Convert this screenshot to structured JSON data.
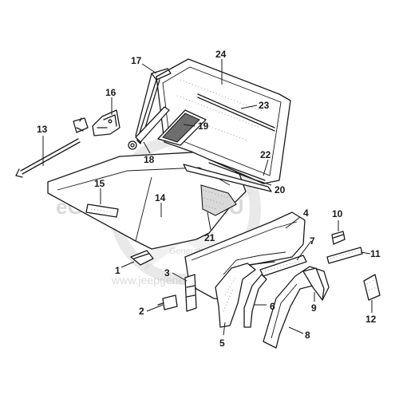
{
  "callouts": [
    "1",
    "2",
    "3",
    "4",
    "5",
    "6",
    "7",
    "8",
    "9",
    "10",
    "11",
    "12",
    "13",
    "14",
    "15",
    "16",
    "17",
    "18",
    "19",
    "20",
    "21",
    "22",
    "23",
    "24"
  ],
  "watermark": {
    "brand": "eGEGON AUTO.RU",
    "url": "www.jeepgene",
    "sub_label": "Generatio"
  },
  "colors": {
    "line": "#1a1a1a",
    "watermark": "#bdbdbd"
  }
}
